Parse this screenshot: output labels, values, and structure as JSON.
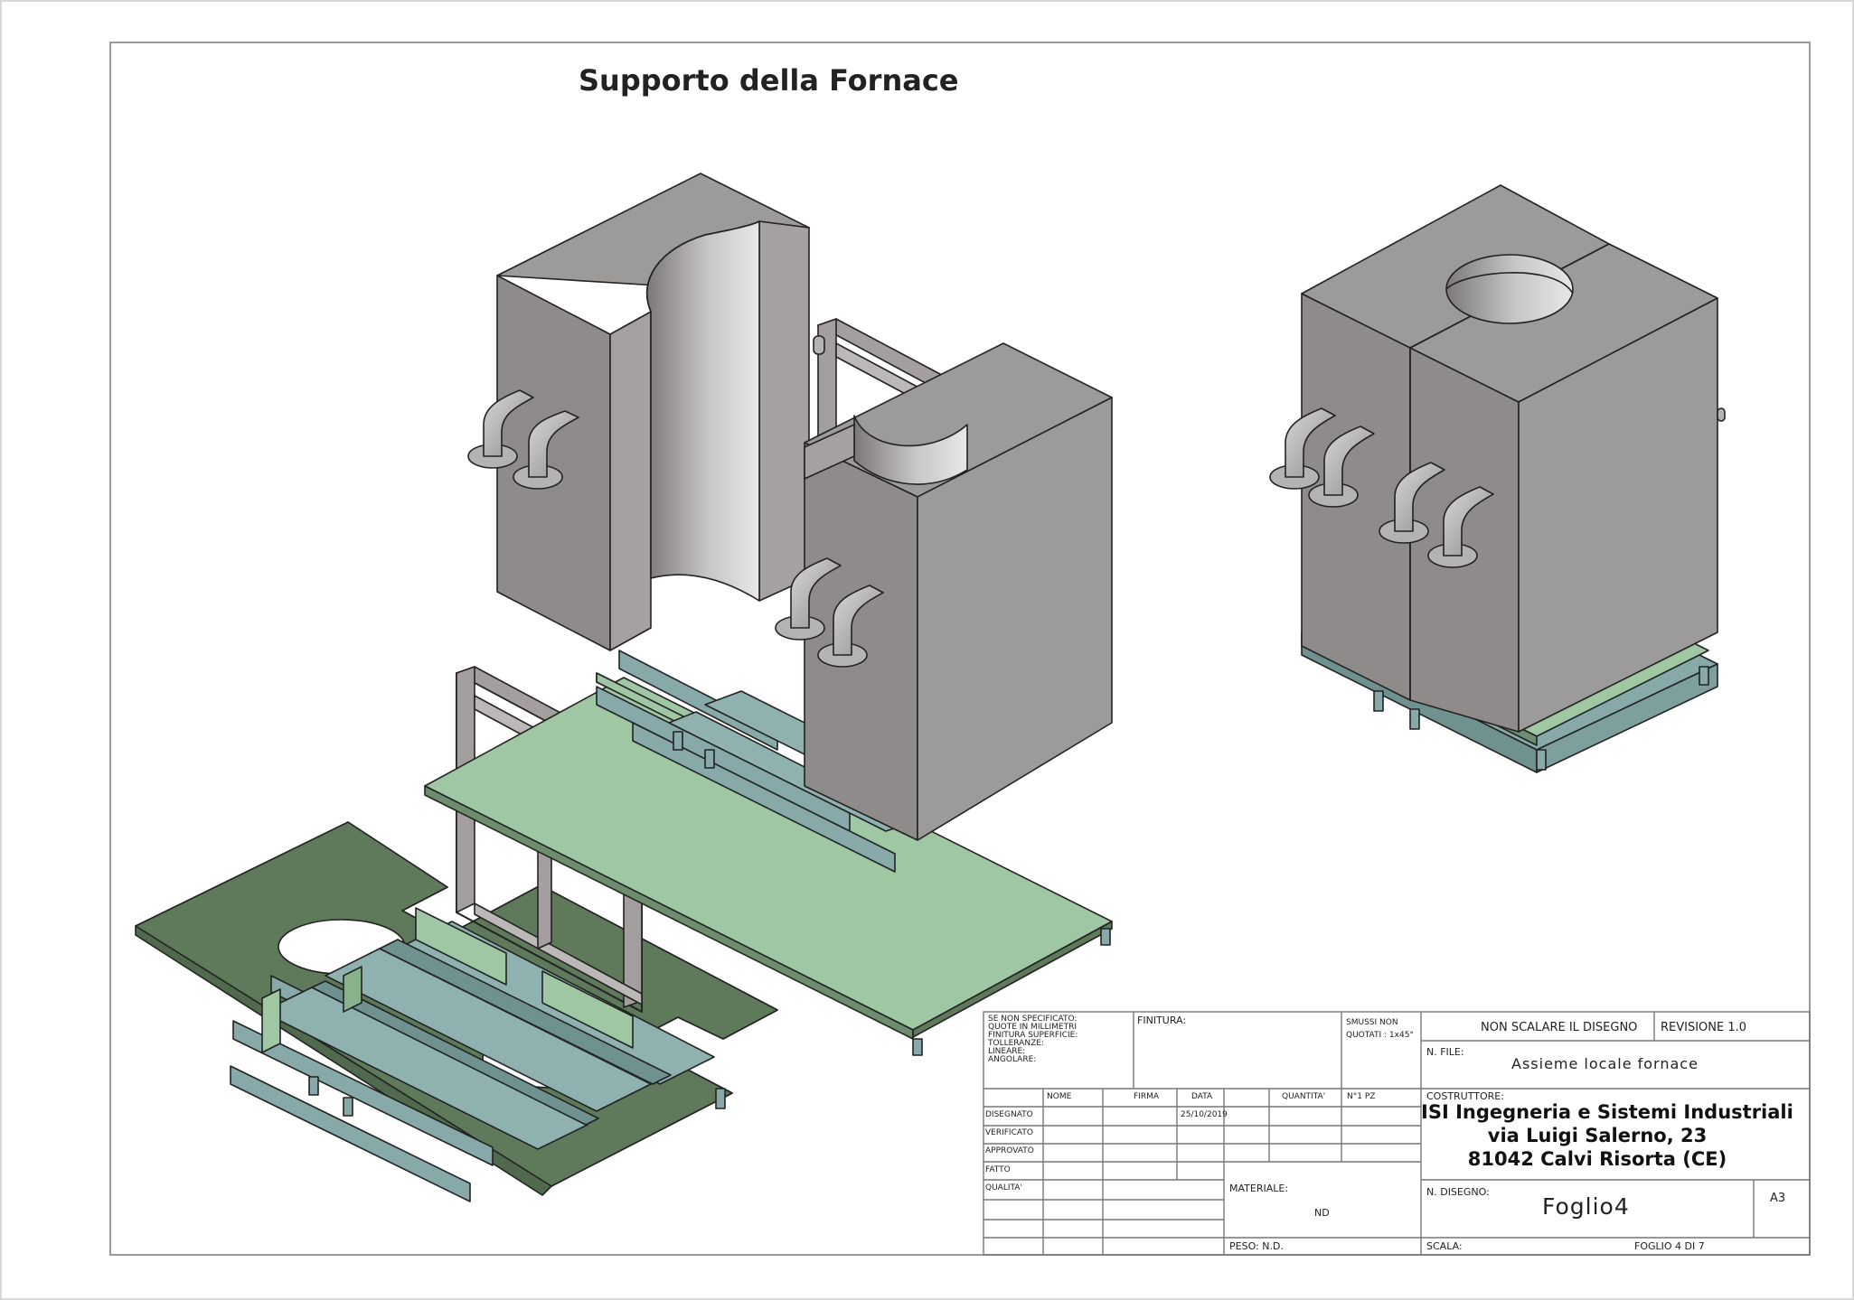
{
  "title": "Supporto della Fornace",
  "colors": {
    "block_front": "#8f8b8b",
    "block_top": "#9d9a9a",
    "block_side": "#a5a1a1",
    "frame_steel": "#a49f9e",
    "plate_green": "#5e7a5a",
    "rail_blue": "#87a9a9",
    "pipe_grey": "#b5b2b2"
  },
  "title_block": {
    "se_non_specificato": [
      "SE NON SPECIFICATO:",
      "QUOTE IN MILLIMETRI",
      "FINITURA SUPERFICIE:",
      "TOLLERANZE:",
      "LINEARE:",
      "ANGOLARE:"
    ],
    "finitura_label": "FINITURA:",
    "spigoli": [
      "SMUSSI NON",
      "QUOTATI : 1x45°"
    ],
    "non_scalare": "NON SCALARE IL DISEGNO",
    "revisione": "REVISIONE 1.0",
    "n_file_label": "N. FILE:",
    "n_file_value": "Assieme locale fornace",
    "costruttore_label": "COSTRUTTORE:",
    "company": [
      "ISI Ingegneria e Sistemi Industriali",
      "via Luigi Salerno, 23",
      "81042 Calvi Risorta (CE)"
    ],
    "columns": [
      "NOME",
      "FIRMA",
      "DATA",
      "QUANTITA'",
      "N°1 PZ"
    ],
    "rows": [
      "DISEGNATO",
      "VERIFICATO",
      "APPROVATO",
      "FATTO",
      "QUALITA'"
    ],
    "data_value": "25/10/2019",
    "materiale_label": "MATERIALE:",
    "materiale_value": "ND",
    "peso": "PESO: N.D.",
    "n_disegno_label": "N. DISEGNO:",
    "n_disegno_value": "Foglio4",
    "formato": "A3",
    "scala_label": "SCALA:",
    "foglio": "FOGLIO 4  DI 7"
  }
}
